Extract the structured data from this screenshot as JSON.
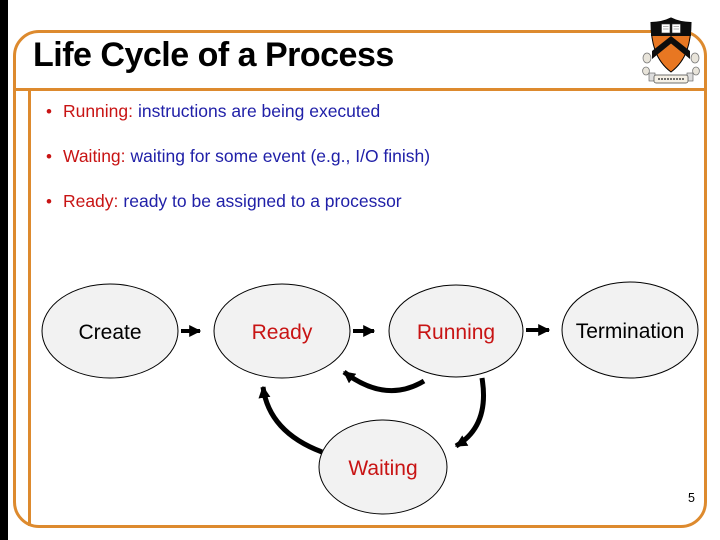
{
  "slide": {
    "title": "Life Cycle of a Process",
    "page_number": "5",
    "bullet_glyph": "•",
    "bullets": [
      {
        "term": "Running:",
        "text": "instructions are being executed"
      },
      {
        "term": "Waiting:",
        "text": "waiting for some event (e.g., I/O finish)"
      },
      {
        "term": "Ready:",
        "text": "ready to be assigned to a processor"
      }
    ]
  },
  "diagram": {
    "states": [
      {
        "id": "create",
        "label": "Create",
        "label_color": "#000000"
      },
      {
        "id": "ready",
        "label": "Ready",
        "label_color": "#C81414"
      },
      {
        "id": "running",
        "label": "Running",
        "label_color": "#C81414"
      },
      {
        "id": "termination",
        "label": "Termination",
        "label_color": "#000000"
      },
      {
        "id": "waiting",
        "label": "Waiting",
        "label_color": "#C81414"
      }
    ],
    "transitions": [
      {
        "from": "create",
        "to": "ready"
      },
      {
        "from": "ready",
        "to": "running"
      },
      {
        "from": "running",
        "to": "termination"
      },
      {
        "from": "running",
        "to": "ready"
      },
      {
        "from": "waiting",
        "to": "ready"
      },
      {
        "from": "running",
        "to": "waiting"
      }
    ]
  },
  "logo": {
    "name": "princeton-shield"
  },
  "colors": {
    "frame_orange": "#DD8A2E",
    "red": "#C81414",
    "body_blue": "#2020A8",
    "state_fill": "#F2F2F2",
    "shield_orange": "#E87722",
    "black": "#000000"
  }
}
